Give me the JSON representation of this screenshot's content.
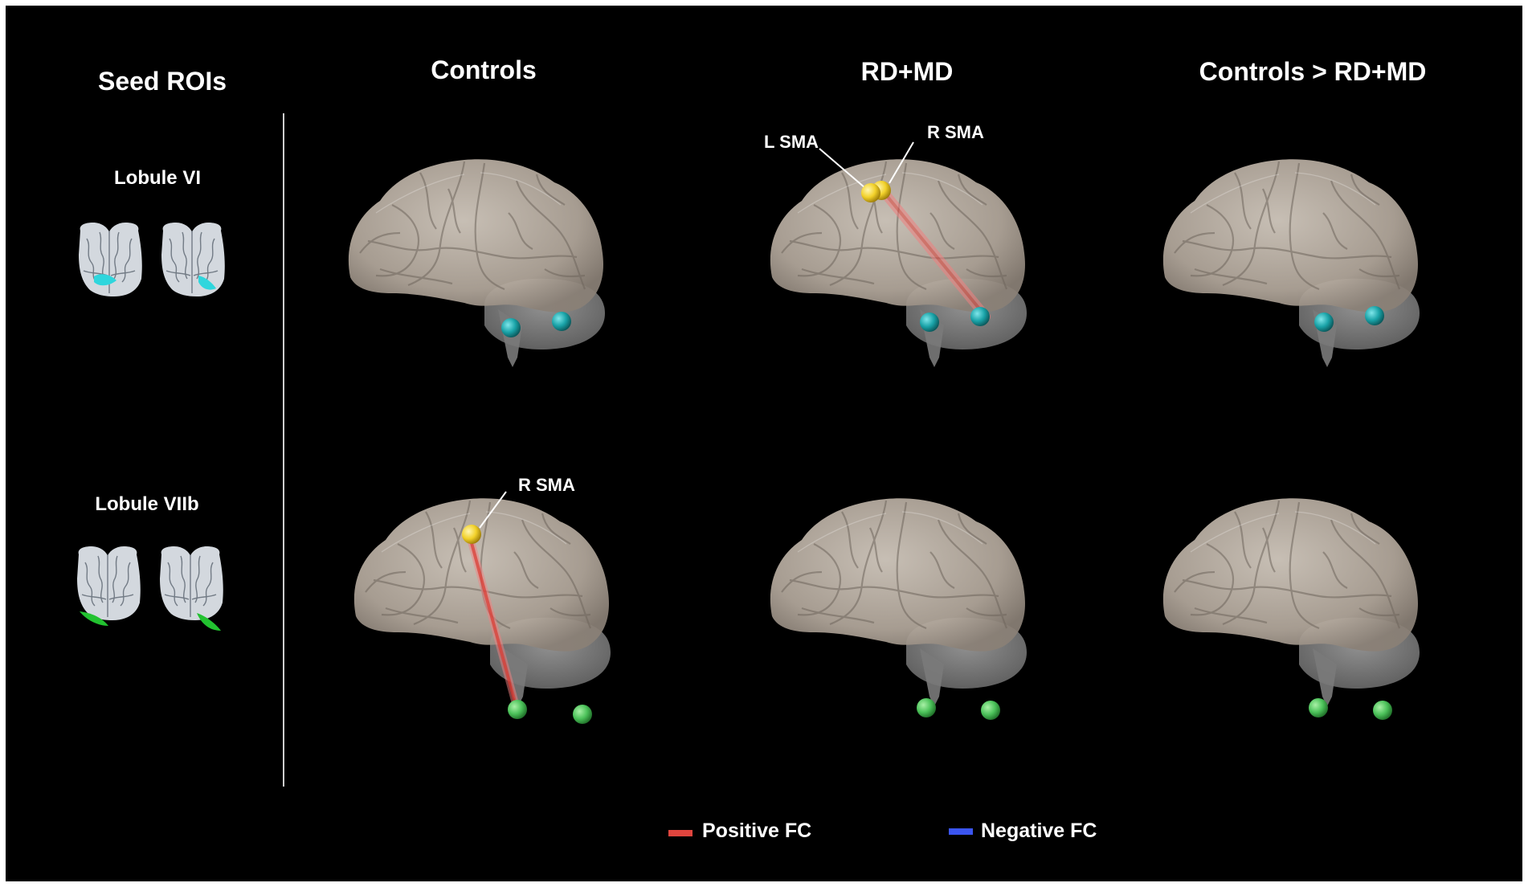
{
  "column_titles": {
    "seed": "Seed ROIs",
    "controls": "Controls",
    "patients": "RD+MD",
    "contrast": "Controls > RD+MD"
  },
  "row_titles": {
    "row1": "Lobule VI",
    "row2": "Lobule VIIb"
  },
  "roi_labels": {
    "row1_patients_left": "L SMA",
    "row1_patients_right": "R SMA",
    "row2_controls_right": "R SMA"
  },
  "legend": {
    "positive": {
      "label": "Positive FC",
      "color": "#e0453e"
    },
    "negative": {
      "label": "Negative FC",
      "color": "#3b55f0"
    }
  },
  "colors": {
    "background": "#000000",
    "brain": "#b8aea3",
    "cerebellum_node_lobule_vi": "#1aa3a8",
    "cerebellum_node_lobule_viib": "#4cc25a",
    "cortical_node": "#f2d12a",
    "positive_fc": "#e0453e"
  },
  "panels": [
    {
      "row": "Lobule VI",
      "column": "Controls",
      "connections": []
    },
    {
      "row": "Lobule VI",
      "column": "RD+MD",
      "connections": [
        "L SMA",
        "R SMA"
      ]
    },
    {
      "row": "Lobule VI",
      "column": "Controls > RD+MD",
      "connections": []
    },
    {
      "row": "Lobule VIIb",
      "column": "Controls",
      "connections": [
        "R SMA"
      ]
    },
    {
      "row": "Lobule VIIb",
      "column": "RD+MD",
      "connections": []
    },
    {
      "row": "Lobule VIIb",
      "column": "Controls > RD+MD",
      "connections": []
    }
  ]
}
